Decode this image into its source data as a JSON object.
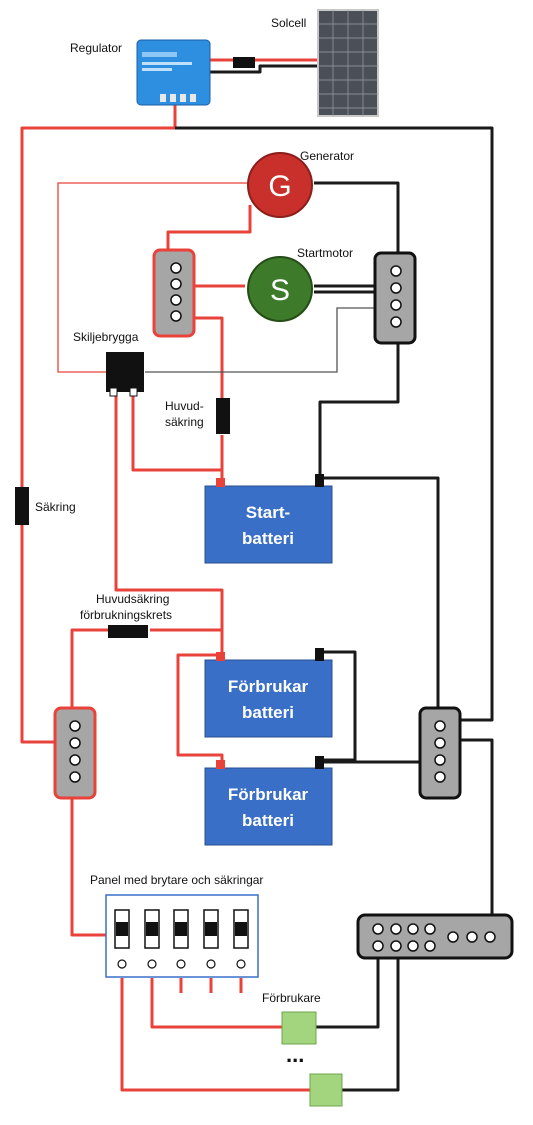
{
  "labels": {
    "regulator": "Regulator",
    "solcell": "Solcell",
    "generator": "Generator",
    "startmotor": "Startmotor",
    "skiljebrygga": "Skiljebrygga",
    "huvudsakring_line1": "Huvud-",
    "huvudsakring_line2": "säkring",
    "sakring": "Säkring",
    "huvudsakring_forbr_line1": "Huvudsäkring",
    "huvudsakring_forbr_line2": "förbrukningskrets",
    "panel": "Panel med brytare och säkringar",
    "forbrukare": "Förbrukare",
    "ellipsis": "..."
  },
  "components": {
    "generator_letter": "G",
    "startmotor_letter": "S",
    "start_battery_line1": "Start-",
    "start_battery_line2": "batteri",
    "consumer_battery1_line1": "Förbrukar",
    "consumer_battery1_line2": "batteri",
    "consumer_battery2_line1": "Förbrukar",
    "consumer_battery2_line2": "batteri"
  },
  "colors": {
    "positive_wire": "#e8423a",
    "negative_wire": "#1a1a1a",
    "battery_fill": "#3a6fc8",
    "generator_fill": "#c9302c",
    "startmotor_fill": "#3d7a2a",
    "consumer_fill": "#a3d47e",
    "terminal_block": "#a6a6a6",
    "solar_panel": "#4a4f58",
    "regulator": "#2e8fe0"
  }
}
